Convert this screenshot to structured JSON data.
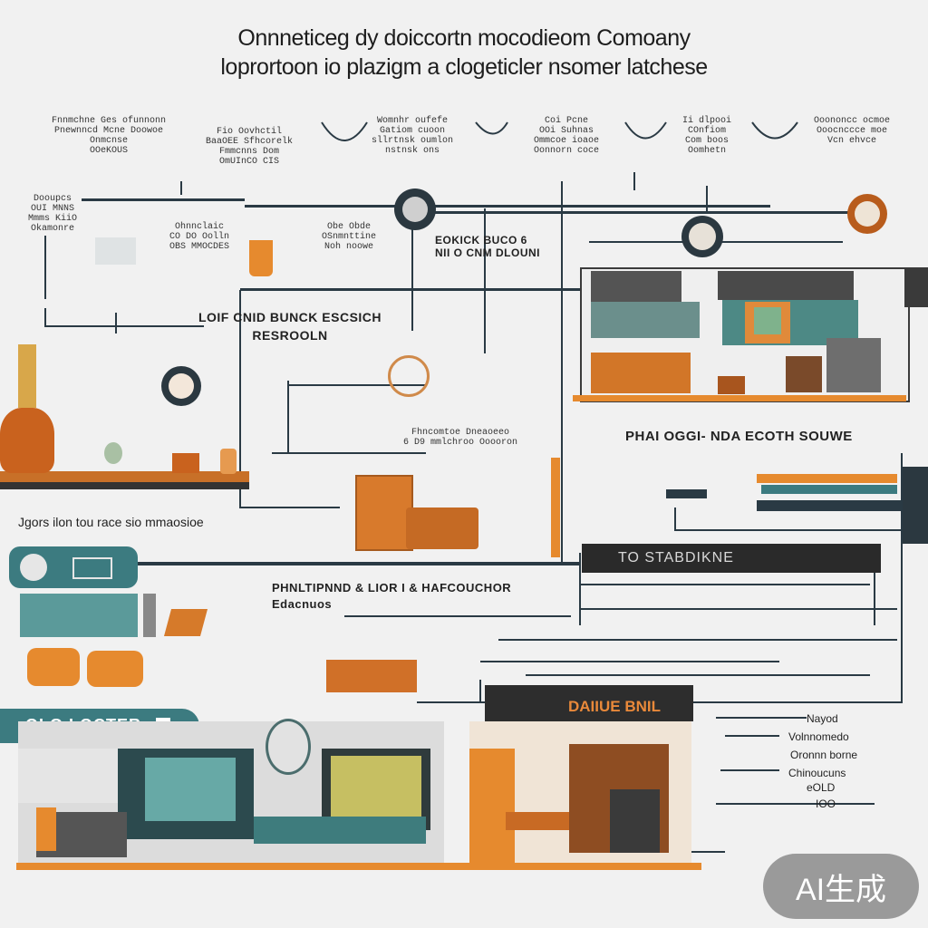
{
  "header": {
    "title_line1": "Onnneticeg dy doiccortn mocodieom Comoany",
    "title_line2": "loprortoon io plazigm a clogeticler nsomer latchese"
  },
  "notes": {
    "n1": "Fnnmchne Ges ofunnonn\nPnewnncd Mcne Doowoe\nOnmcnse\nOOeKOUS",
    "n2": "Fio Oovhctil\nBaaOEE Sfhcorelk\nFmmcnns Dom\nOmUInCO CIS",
    "n3": "Womnhr oufefe\nGatiom cuoon\nsllrtnsk oumlon\nnstnsk ons",
    "n4": "Coi Pcne\nOOi Suhnas\nOmmcoe ioaoe\nOonnorn coce",
    "n5": "Ii dlpooi\nCOnfiom\nCom boos\nOomhetn",
    "n6": "Ooononcc ocmoe\nOoocnccce moe\nVcn ehvce",
    "n7": "Dooupcs\nOUI MNNS\nMmms KiiO\nOkamonre",
    "n8": "Ohnnclaic\nCO DO Oolln\nOBS MMOCDES",
    "n9": "Obe Obde\nOSnmnttine\nNoh noowe",
    "n10": "Fhncomtoe Dneaoeeo\n6 D9 mmlchroo Ooooron"
  },
  "labels": {
    "l1": "EOKICK BUCO 6\nNII O CNM DLOUNI",
    "l2": "LOIF CNID BUNCK ESCSICH\nRESROOLN",
    "l3": "PHAI OGGI- NDA ECOTH SOUWE",
    "l4": "Jgors ilon tou race sio mmaosioe",
    "l5": "TO STABDIKNE",
    "l6": "PHNLTIPNND & LIOR I & HAFCOUCHOR\nEdacnuos",
    "l7": "OLG LOCTER",
    "l8": "DAIIUE BNIL"
  },
  "legend": {
    "r1": "Nayod",
    "r2": "Volnnomedo",
    "r3": "Oronnn borne",
    "r4": "Chinoucuns",
    "r5": "eOLD",
    "r6": "IOO"
  },
  "badge": "AI生成",
  "colors": {
    "accent": "#e68a2e",
    "teal": "#3c7b80",
    "line": "#2a3a44"
  }
}
